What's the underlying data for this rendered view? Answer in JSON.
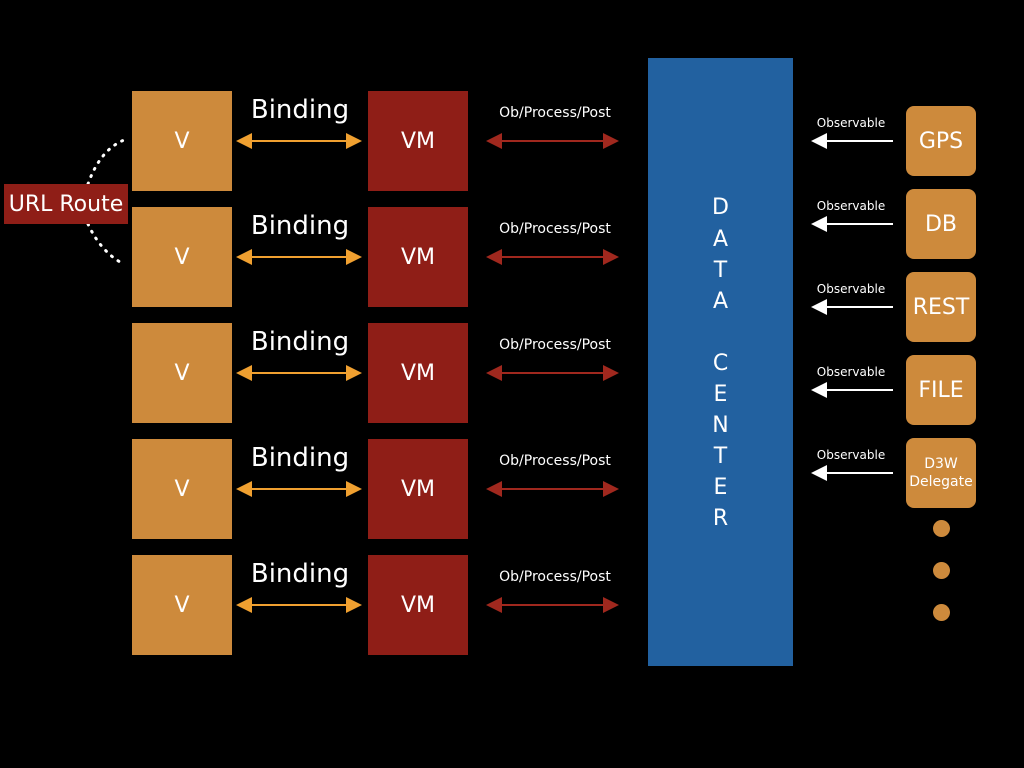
{
  "url_route": "URL Route",
  "rows": [
    {
      "v": "V",
      "binding": "Binding",
      "vm": "VM",
      "ob": "Ob/Process/Post"
    },
    {
      "v": "V",
      "binding": "Binding",
      "vm": "VM",
      "ob": "Ob/Process/Post"
    },
    {
      "v": "V",
      "binding": "Binding",
      "vm": "VM",
      "ob": "Ob/Process/Post"
    },
    {
      "v": "V",
      "binding": "Binding",
      "vm": "VM",
      "ob": "Ob/Process/Post"
    },
    {
      "v": "V",
      "binding": "Binding",
      "vm": "VM",
      "ob": "Ob/Process/Post"
    }
  ],
  "data_center_letters": [
    "D",
    "A",
    "T",
    "A",
    "",
    "C",
    "E",
    "N",
    "T",
    "E",
    "R"
  ],
  "sources": [
    {
      "label": "GPS",
      "observable": "Observable"
    },
    {
      "label": "DB",
      "observable": "Observable"
    },
    {
      "label": "REST",
      "observable": "Observable"
    },
    {
      "label": "FILE",
      "observable": "Observable"
    },
    {
      "label": "D3W\nDelegate",
      "observable": "Observable"
    }
  ],
  "colors": {
    "view": "#cd8a3c",
    "viewmodel": "#8f1e17",
    "datacenter": "#2261a0",
    "binding_arrow": "#f0a030",
    "ob_arrow": "#a0281e"
  }
}
